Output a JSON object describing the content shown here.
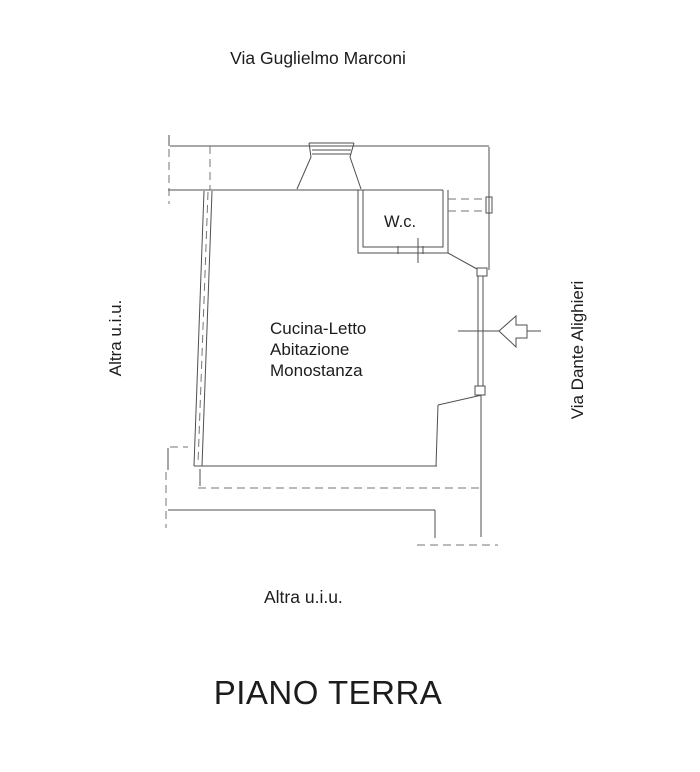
{
  "drawing": {
    "title": "PIANO TERRA",
    "labels": {
      "street_top": "Via Guglielmo Marconi",
      "street_right": "Via Dante Alighieri",
      "unit_left": "Altra u.i.u.",
      "unit_bottom": "Altra u.i.u.",
      "wc": "W.c.",
      "room_lines": [
        "Cucina-Letto",
        "Abitazione",
        "Monostanza"
      ]
    },
    "colors": {
      "background": "#ffffff",
      "line_solid": "#4f4f4f",
      "line_dashed": "#757575",
      "text": "#1c1c1c"
    }
  }
}
